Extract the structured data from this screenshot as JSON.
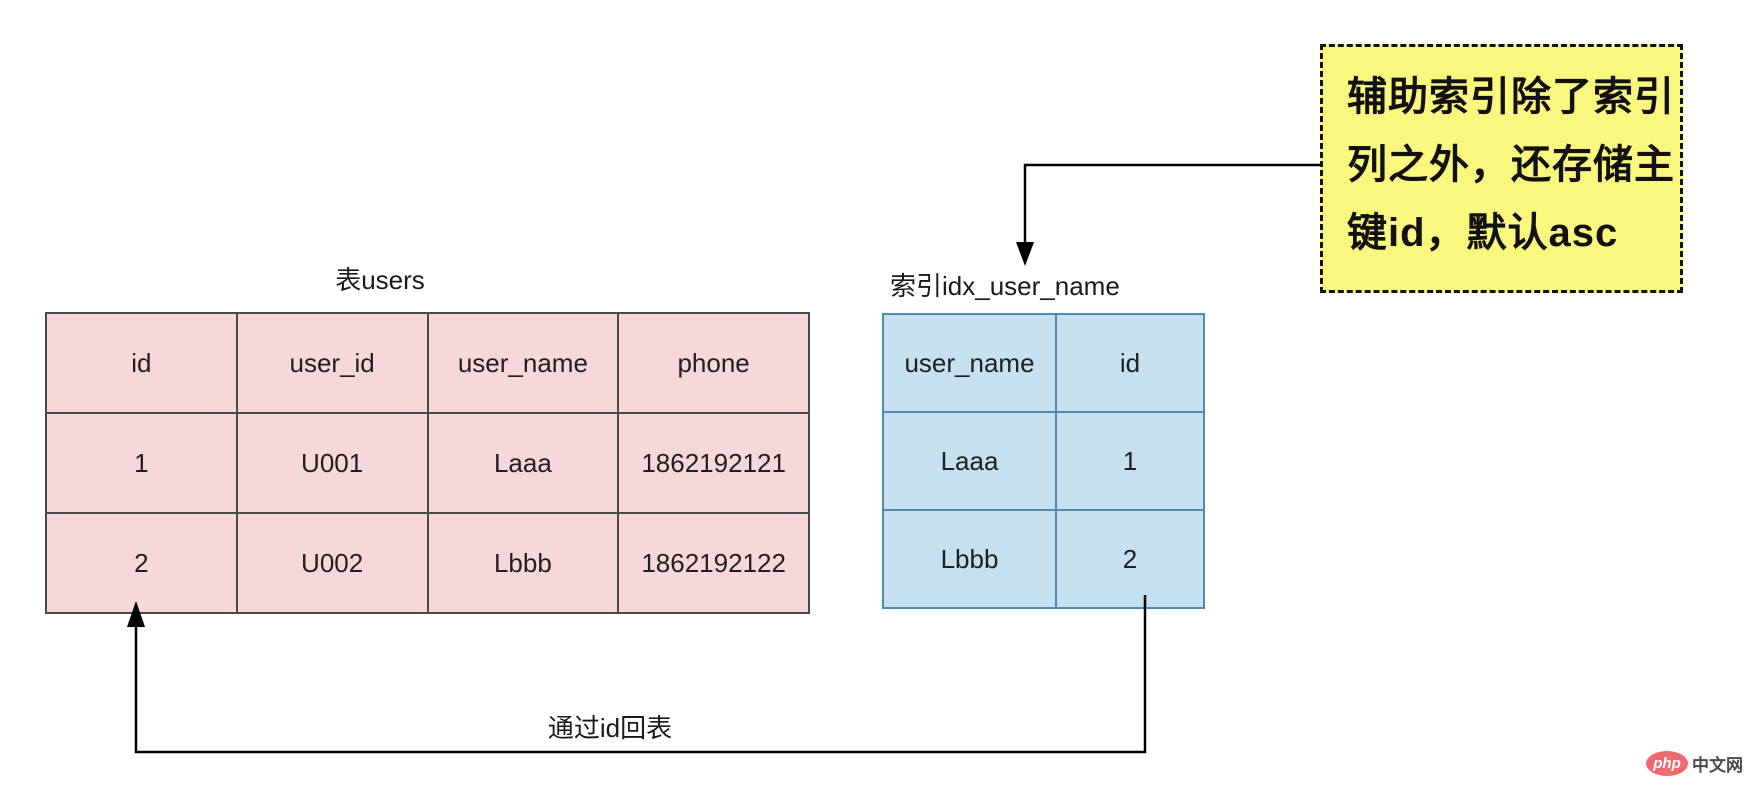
{
  "users_table": {
    "title": "表users",
    "columns": [
      "id",
      "user_id",
      "user_name",
      "phone"
    ],
    "rows": [
      [
        "1",
        "U001",
        "Laaa",
        "1862192121"
      ],
      [
        "2",
        "U002",
        "Lbbb",
        "1862192122"
      ]
    ],
    "fill_color": "#f8d7d8",
    "border_color": "#4a4a4a"
  },
  "index_table": {
    "title": "索引idx_user_name",
    "columns": [
      "user_name",
      "id"
    ],
    "rows": [
      [
        "Laaa",
        "1"
      ],
      [
        "Lbbb",
        "2"
      ]
    ],
    "fill_color": "#c5e0ef",
    "border_color": "#4e8bae"
  },
  "note": {
    "lines": [
      "辅助索引除了索引",
      "列之外，还存储主",
      "键id，默认asc"
    ],
    "fill_color": "#f9f77e",
    "border_color": "#111111"
  },
  "labels": {
    "back_to_table": "通过id回表"
  },
  "watermark": {
    "logo_text": "php",
    "site_text": "中文网",
    "logo_color": "#ee6a6f"
  }
}
